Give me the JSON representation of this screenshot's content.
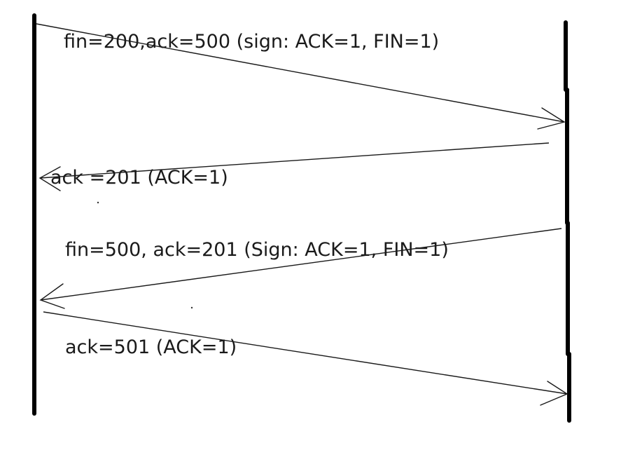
{
  "messages": [
    {
      "label": "fin=200,ack=500 (sign: ACK=1, FIN=1)",
      "direction": "right"
    },
    {
      "label": "ack =201 (ACK=1)",
      "direction": "left"
    },
    {
      "label": "fin=500, ack=201 (Sign: ACK=1, FIN=1)",
      "direction": "left"
    },
    {
      "label": "ack=501 (ACK=1)",
      "direction": "right"
    }
  ]
}
